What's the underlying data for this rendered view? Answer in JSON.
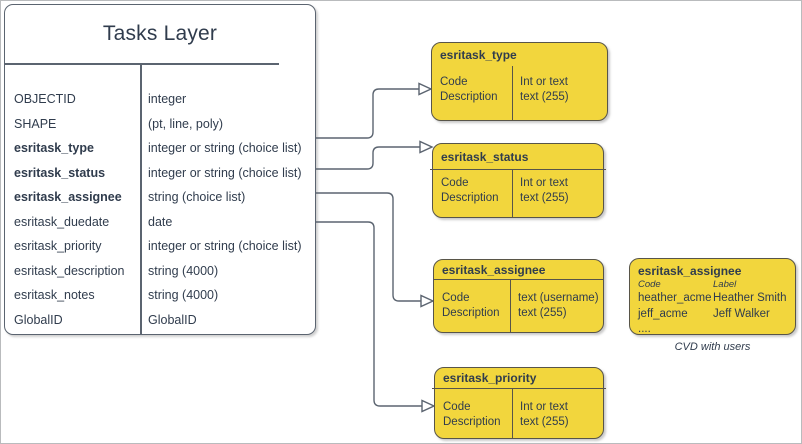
{
  "main_table": {
    "title": "Tasks Layer",
    "rows": [
      {
        "name": "OBJECTID",
        "type": "integer"
      },
      {
        "name": "SHAPE",
        "type": "(pt, line, poly)"
      },
      {
        "name": "esritask_type",
        "type": "integer or string (choice list)"
      },
      {
        "name": "esritask_status",
        "type": "integer or string (choice list)"
      },
      {
        "name": "esritask_assignee",
        "type": "string (choice list)"
      },
      {
        "name": "esritask_duedate",
        "type": "date"
      },
      {
        "name": "esritask_priority",
        "type": "integer or string (choice list)"
      },
      {
        "name": "esritask_description",
        "type": "string (4000)"
      },
      {
        "name": "esritask_notes",
        "type": "string (4000)"
      },
      {
        "name": "GlobalID",
        "type": "GlobalID"
      }
    ]
  },
  "domain_boxes": [
    {
      "title": "esritask_type",
      "fields": [
        "Code",
        "Description"
      ],
      "types": [
        "Int or text",
        "text (255)"
      ]
    },
    {
      "title": "esritask_status",
      "fields": [
        "Code",
        "Description"
      ],
      "types": [
        "Int or text",
        "text (255)"
      ]
    },
    {
      "title": "esritask_assignee",
      "fields": [
        "Code",
        "Description"
      ],
      "types": [
        "text  (username)",
        "text (255)"
      ]
    },
    {
      "title": "esritask_priority",
      "fields": [
        "Code",
        "Description"
      ],
      "types": [
        "Int or text",
        "text (255)"
      ]
    }
  ],
  "cvd_box": {
    "title": "esritask_assignee",
    "col_headers": [
      "Code",
      "Label"
    ],
    "rows": [
      {
        "code": "heather_acme",
        "label": "Heather Smith"
      },
      {
        "code": "jeff_acme",
        "label": "Jeff Walker"
      },
      {
        "code": "....",
        "label": ""
      }
    ],
    "caption": "CVD with users"
  },
  "colors": {
    "yellow": "#f2d63d",
    "line": "#5b6470",
    "text": "#303c4d"
  }
}
